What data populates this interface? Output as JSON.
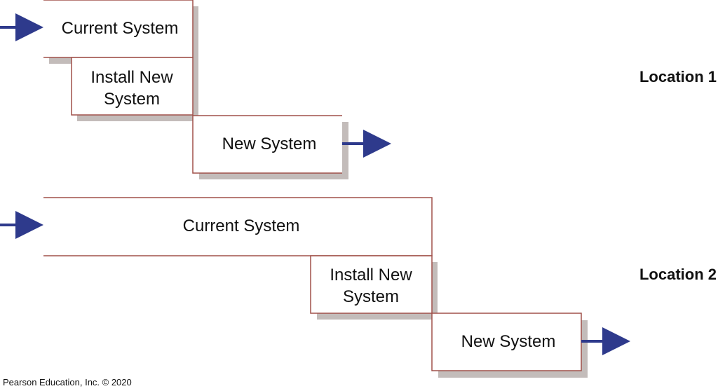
{
  "colors": {
    "box_border": "#a0504a",
    "shadow": "#c3bcba",
    "arrow": "#2e3a8c"
  },
  "location1": {
    "label": "Location 1",
    "current_system": "Current System",
    "install_line1": "Install New",
    "install_line2": "System",
    "new_system": "New System"
  },
  "location2": {
    "label": "Location 2",
    "current_system": "Current System",
    "install_line1": "Install New",
    "install_line2": "System",
    "new_system": "New System"
  },
  "footer": {
    "copyright": "Pearson Education, Inc. © 2020"
  }
}
